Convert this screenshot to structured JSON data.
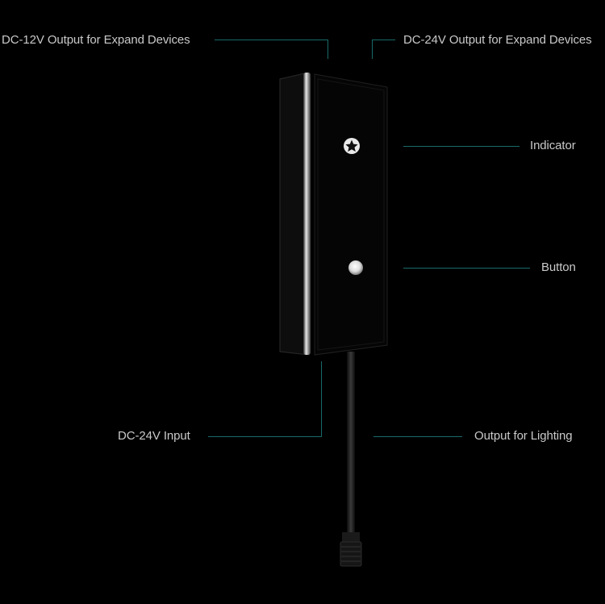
{
  "callouts": {
    "dc12_output": "DC-12V Output for Expand Devices",
    "dc24_output": "DC-24V Output for Expand Devices",
    "indicator": "Indicator",
    "button": "Button",
    "dc24_input": "DC-24V Input",
    "lighting_output": "Output for Lighting"
  },
  "colors": {
    "background": "#000000",
    "label_text": "#c9c9c9",
    "leader_line": "#1a6a6a",
    "device_body": "#050505"
  }
}
